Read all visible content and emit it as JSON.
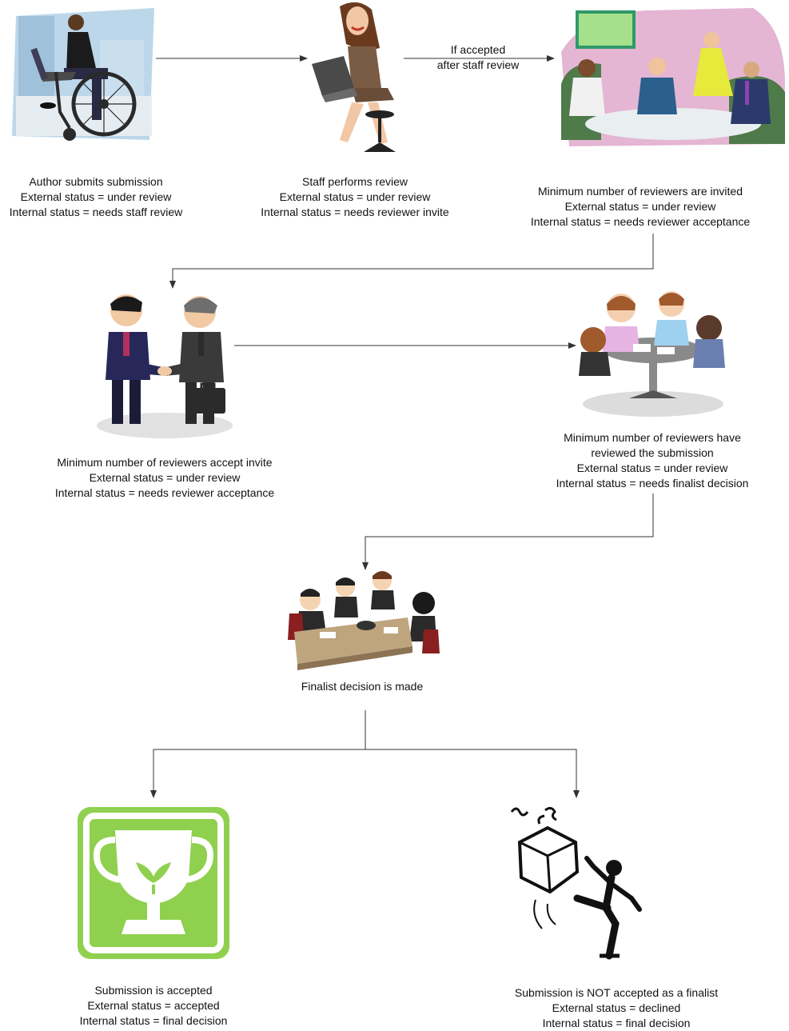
{
  "edge_label": [
    "If accepted",
    "after staff review"
  ],
  "nodes": [
    {
      "id": "submit",
      "icon": "wheelchair-author-laptop-icon",
      "lines": [
        "Author submits submission",
        "External status = under review",
        "Internal status = needs staff review"
      ]
    },
    {
      "id": "staff",
      "icon": "staff-woman-laptop-icon",
      "lines": [
        "Staff performs review",
        "External status = under review",
        "Internal status = needs reviewer invite"
      ]
    },
    {
      "id": "invite",
      "icon": "business-meeting-icon",
      "lines": [
        "Minimum number of reviewers are invited",
        "External status = under review",
        "Internal status = needs reviewer acceptance"
      ]
    },
    {
      "id": "accept",
      "icon": "handshake-icon",
      "lines": [
        "Minimum number of reviewers accept invite",
        "External status = under review",
        "Internal status = needs reviewer acceptance"
      ]
    },
    {
      "id": "reviewed",
      "icon": "round-table-discussion-icon",
      "lines": [
        "Minimum number of reviewers have",
        "reviewed the submission",
        "External status = under review",
        "Internal status = needs finalist decision"
      ]
    },
    {
      "id": "decision",
      "icon": "conference-table-icon",
      "lines": [
        "Finalist decision is made"
      ]
    },
    {
      "id": "accepted",
      "icon": "trophy-icon",
      "lines": [
        "Submission is accepted",
        "External status = accepted",
        "Internal status = final decision"
      ]
    },
    {
      "id": "declined",
      "icon": "kicking-box-figure-icon",
      "lines": [
        "Submission is NOT accepted as a finalist",
        "External status = declined",
        "Internal status = final decision"
      ]
    }
  ],
  "colors": {
    "trophy_green": "#8fd04f",
    "trophy_dark": "#6cb332",
    "arrow": "#333333"
  }
}
